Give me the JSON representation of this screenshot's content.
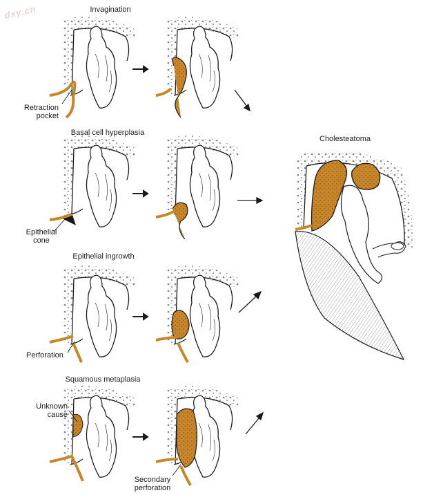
{
  "watermark": "dxy.cn",
  "rows": [
    {
      "title": "Invagination",
      "callout": [
        "Retraction",
        "pocket"
      ]
    },
    {
      "title": "Basal cell hyperplasia",
      "callout": [
        "Epithelial",
        "cone"
      ]
    },
    {
      "title": "Epithelial ingrowth",
      "callout": [
        "Perforation"
      ]
    },
    {
      "title": "Squamous metaplasia",
      "callout": [
        "Unknown",
        "cause"
      ],
      "callout2": [
        "Secondary",
        "perforation"
      ]
    }
  ],
  "result": {
    "title": "Cholesteatoma"
  },
  "colors": {
    "lesion": "#c8862a",
    "lesion_dark": "#7a4a10",
    "line": "#1a1a1a"
  }
}
